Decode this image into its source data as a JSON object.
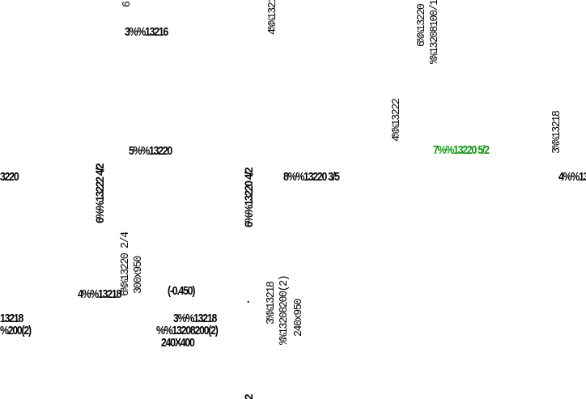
{
  "labels": {
    "h1": "3%%13216",
    "h2": "5%%13220",
    "h3": "3220",
    "h4": "8%%13220  3/5",
    "h5": "7%%13220  5/2",
    "h6": "4%%13",
    "h7": "4%%13218",
    "h8": "(-0.450)",
    "h9": "13218",
    "h10": "%200(2)",
    "h11": "3%%13218",
    "h12": "%%13208200(2)",
    "h13": "240X400",
    "h14": ".",
    "v1": "6",
    "v2": "4%%1321",
    "v3": "6%%13220",
    "v4": "%%13208100/1",
    "v5": "4%%13222",
    "v6": "3%%13218",
    "v7": "6%%13222  4/2",
    "v8": "6%%13220  4/2",
    "v9": "6%%13220  2/4",
    "v10": "300x950",
    "v11": "3%%13218",
    "v12": "%%13208200(2)",
    "v13": "240x950",
    "v14": "2"
  },
  "colors": {
    "text": "#000000",
    "highlight": "#0a9a0a",
    "background": "#ffffff"
  }
}
